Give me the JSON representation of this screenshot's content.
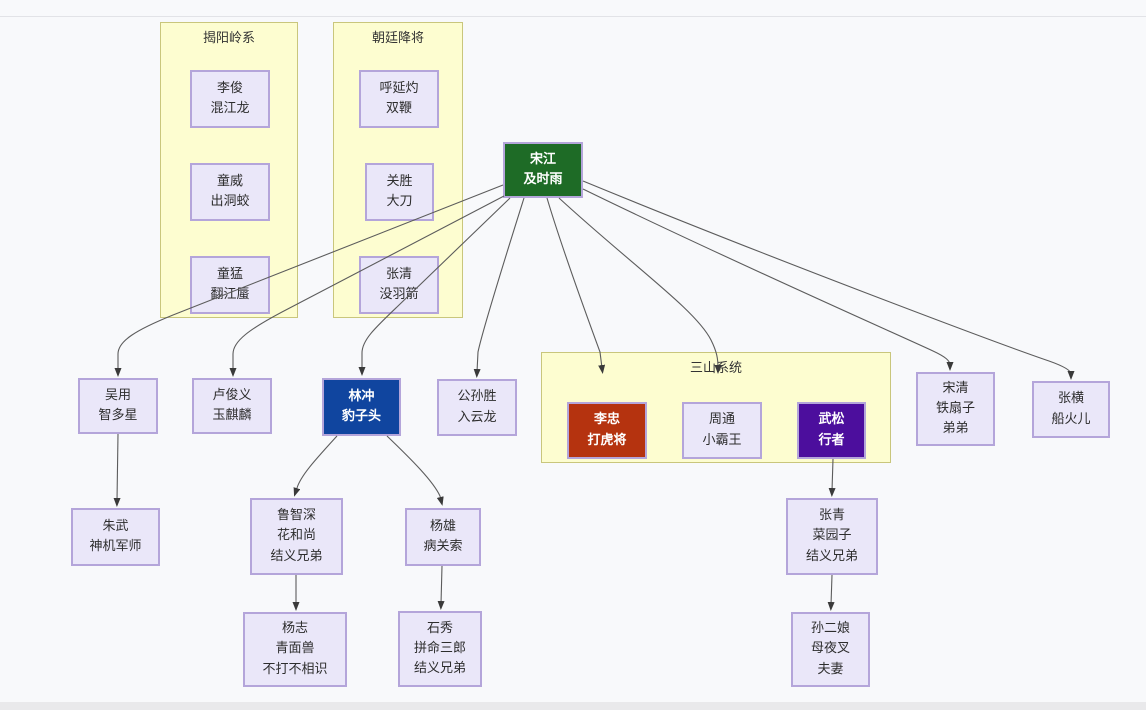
{
  "page": {
    "background": "#f8f9fb"
  },
  "diagram": {
    "groups": {
      "jieyang": {
        "label": "揭阳岭系"
      },
      "chaoting": {
        "label": "朝廷降将"
      },
      "sanshan": {
        "label": "三山系统"
      }
    },
    "nodes": {
      "liJun": {
        "name": "李俊",
        "nickname": "混江龙"
      },
      "tongWei": {
        "name": "童威",
        "nickname": "出洞蛟"
      },
      "tongMeng": {
        "name": "童猛",
        "nickname": "翻江蜃"
      },
      "huYanZhuo": {
        "name": "呼延灼",
        "nickname": "双鞭"
      },
      "guanSheng": {
        "name": "关胜",
        "nickname": "大刀"
      },
      "zhangQingShi": {
        "name": "张清",
        "nickname": "没羽箭"
      },
      "songJiang": {
        "name": "宋江",
        "nickname": "及时雨"
      },
      "wuYong": {
        "name": "吴用",
        "nickname": "智多星"
      },
      "luJunYi": {
        "name": "卢俊义",
        "nickname": "玉麒麟"
      },
      "linChong": {
        "name": "林冲",
        "nickname": "豹子头"
      },
      "gongSunSheng": {
        "name": "公孙胜",
        "nickname": "入云龙"
      },
      "liZhong": {
        "name": "李忠",
        "nickname": "打虎将"
      },
      "zhouTong": {
        "name": "周通",
        "nickname": "小霸王"
      },
      "wuSong": {
        "name": "武松",
        "nickname": "行者"
      },
      "songQing": {
        "name": "宋清",
        "nickname": "铁扇子",
        "relation": "弟弟"
      },
      "zhangHeng": {
        "name": "张横",
        "nickname": "船火儿"
      },
      "zhuWu": {
        "name": "朱武",
        "nickname": "神机军师"
      },
      "luZhiShen": {
        "name": "鲁智深",
        "nickname": "花和尚",
        "relation": "结义兄弟"
      },
      "yangXiong": {
        "name": "杨雄",
        "nickname": "病关索"
      },
      "zhangQingCai": {
        "name": "张青",
        "nickname": "菜园子",
        "relation": "结义兄弟"
      },
      "yangZhi": {
        "name": "杨志",
        "nickname": "青面兽",
        "relation": "不打不相识"
      },
      "shiXiu": {
        "name": "石秀",
        "nickname": "拼命三郎",
        "relation": "结义兄弟"
      },
      "sunErNiang": {
        "name": "孙二娘",
        "nickname": "母夜叉",
        "relation": "夫妻"
      }
    },
    "edges": [
      {
        "id": "e1",
        "from": "songJiang",
        "to": "wuYong"
      },
      {
        "id": "e2",
        "from": "songJiang",
        "to": "luJunYi"
      },
      {
        "id": "e3",
        "from": "songJiang",
        "to": "linChong"
      },
      {
        "id": "e4",
        "from": "songJiang",
        "to": "gongSunSheng"
      },
      {
        "id": "e5",
        "from": "songJiang",
        "to": "sanshan"
      },
      {
        "id": "e6",
        "from": "songJiang",
        "to": "sanshan"
      },
      {
        "id": "e7",
        "from": "songJiang",
        "to": "songQing"
      },
      {
        "id": "e8",
        "from": "songJiang",
        "to": "zhangHeng"
      },
      {
        "id": "e9",
        "from": "wuYong",
        "to": "zhuWu"
      },
      {
        "id": "e10",
        "from": "linChong",
        "to": "luZhiShen"
      },
      {
        "id": "e11",
        "from": "linChong",
        "to": "yangXiong"
      },
      {
        "id": "e12",
        "from": "luZhiShen",
        "to": "yangZhi"
      },
      {
        "id": "e13",
        "from": "yangXiong",
        "to": "shiXiu"
      },
      {
        "id": "e14",
        "from": "wuSong",
        "to": "zhangQingCai"
      },
      {
        "id": "e15",
        "from": "zhangQingCai",
        "to": "sunErNiang"
      }
    ],
    "colors": {
      "group_fill": "#fdfdd0",
      "group_border": "#c9c67c",
      "node_fill": "#eae7f9",
      "node_border": "#b4a5da",
      "song_jiang_green": "#1e6b26",
      "lin_chong_blue": "#10459f",
      "li_zhong_red": "#b5330f",
      "wu_song_purple": "#4c0e9d",
      "edge_gray": "#5c5c5c"
    }
  }
}
